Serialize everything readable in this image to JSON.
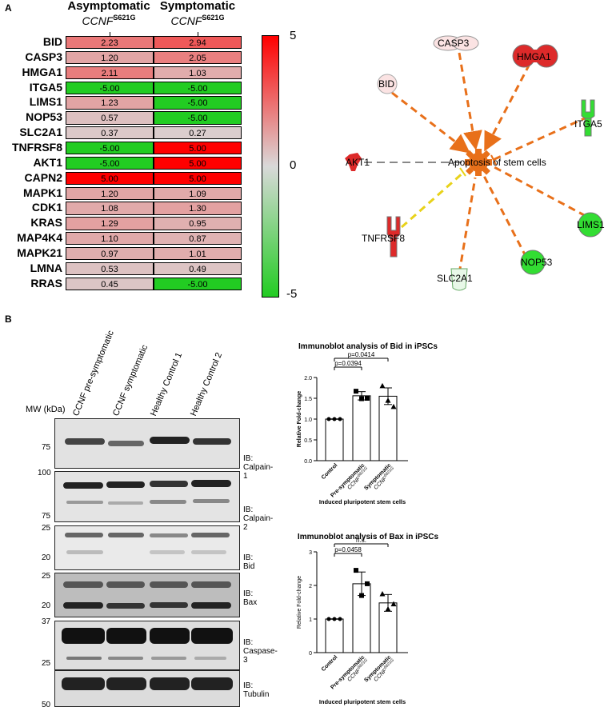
{
  "panel_a_label": "A",
  "panel_b_label": "B",
  "heatmap": {
    "col1_title": "Asymptomatic",
    "col1_sub": "CCNF",
    "col1_sup": "S621G",
    "col2_title": "Symptomatic",
    "col2_sub": "CCNF",
    "col2_sup": "S621G",
    "scale_ticks": [
      "5",
      "0",
      "-5"
    ],
    "colors": {
      "high": "#ff0000",
      "mid": "#d9d9d9",
      "low": "#22cc22"
    },
    "rows": [
      {
        "gene": "BID",
        "a": "2.23",
        "s": "2.94"
      },
      {
        "gene": "CASP3",
        "a": "1.20",
        "s": "2.05"
      },
      {
        "gene": "HMGA1",
        "a": "2.11",
        "s": "1.03"
      },
      {
        "gene": "ITGA5",
        "a": "-5.00",
        "s": "-5.00"
      },
      {
        "gene": "LIMS1",
        "a": "1.23",
        "s": "-5.00"
      },
      {
        "gene": "NOP53",
        "a": "0.57",
        "s": "-5.00"
      },
      {
        "gene": "SLC2A1",
        "a": "0.37",
        "s": "0.27"
      },
      {
        "gene": "TNFRSF8",
        "a": "-5.00",
        "s": "5.00"
      },
      {
        "gene": "AKT1",
        "a": "-5.00",
        "s": "5.00"
      },
      {
        "gene": "CAPN2",
        "a": "5.00",
        "s": "5.00"
      },
      {
        "gene": "MAPK1",
        "a": "1.20",
        "s": "1.09"
      },
      {
        "gene": "CDK1",
        "a": "1.08",
        "s": "1.30"
      },
      {
        "gene": "KRAS",
        "a": "1.29",
        "s": "0.95"
      },
      {
        "gene": "MAP4K4",
        "a": "1.10",
        "s": "0.87"
      },
      {
        "gene": "MAPK21",
        "a": "0.97",
        "s": "1.01"
      },
      {
        "gene": "LMNA",
        "a": "0.53",
        "s": "0.49"
      },
      {
        "gene": "RRAS",
        "a": "0.45",
        "s": "-5.00"
      }
    ]
  },
  "network": {
    "center": "Apoptosis of stem cells",
    "nodes": [
      "CASP3",
      "HMGA1",
      "BID",
      "ITGA5",
      "AKT1",
      "LIMS1",
      "TNFRSF8",
      "NOP53",
      "SLC2A1"
    ]
  },
  "blot": {
    "lanes": [
      "CCNF pre-symptomatic",
      "CCNF symptomatic",
      "Healthy Control 1",
      "Healthy Control 2"
    ],
    "mw_header": "MW (kDa)",
    "panels": [
      {
        "ib": "IB: Calpain-1",
        "mw": [
          "75"
        ]
      },
      {
        "ib": "IB: Calpain-2",
        "mw": [
          "100",
          "75"
        ]
      },
      {
        "ib": "IB: Bid",
        "mw": [
          "25",
          "20"
        ]
      },
      {
        "ib": "IB: Bax",
        "mw": [
          "25",
          "20"
        ]
      },
      {
        "ib": "IB: Caspase-3",
        "mw": [
          "37",
          "25"
        ]
      },
      {
        "ib": "IB: Tubulin",
        "mw": [
          "50"
        ]
      }
    ]
  },
  "chart_data": [
    {
      "type": "bar",
      "title": "Immunoblot analysis of Bid in iPSCs",
      "ylabel": "Relative Fold-change",
      "xlabel": "Induced pluripotent stem cells",
      "categories": [
        "Control",
        "Pre-symptomatic CCNF S621G",
        "Symptomatic CCNF S621G"
      ],
      "category_main": [
        "Control",
        "Pre-symptomatic",
        "Symptomatic"
      ],
      "category_sub": [
        "",
        "CCNF",
        "CCNF"
      ],
      "category_sup": [
        "",
        "S621G",
        "S621G"
      ],
      "values": [
        1.0,
        1.56,
        1.55
      ],
      "errors": [
        0.0,
        0.1,
        0.2
      ],
      "points": [
        [
          1.0,
          1.0,
          1.0
        ],
        [
          1.67,
          1.49,
          1.5
        ],
        [
          1.8,
          1.45,
          1.3
        ]
      ],
      "markers": [
        "circle",
        "square",
        "triangle"
      ],
      "ylim": [
        0,
        2.0
      ],
      "yticks": [
        "0.0",
        "0.5",
        "1.0",
        "1.5",
        "2.0"
      ],
      "comparisons": [
        {
          "from": 0,
          "to": 1,
          "label": "p=0.0394"
        },
        {
          "from": 0,
          "to": 2,
          "label": "p=0.0414"
        }
      ]
    },
    {
      "type": "bar",
      "title": "Immunoblot analysis of Bax in iPSCs",
      "ylabel": "Relative Fold-change",
      "xlabel": "Induced pluripotent stem cells",
      "categories": [
        "Control",
        "Pre-symptomatic CCNF S621G",
        "Symptomatic CCNF S621G"
      ],
      "category_main": [
        "Control",
        "Pre-symptomatic",
        "Symptomatic"
      ],
      "category_sub": [
        "",
        "CCNF",
        "CCNF"
      ],
      "category_sup": [
        "",
        "S621G",
        "S621G"
      ],
      "values": [
        1.0,
        2.05,
        1.48
      ],
      "errors": [
        0.0,
        0.35,
        0.25
      ],
      "points": [
        [
          1.0,
          1.0,
          1.0
        ],
        [
          2.45,
          1.7,
          2.05
        ],
        [
          1.75,
          1.3,
          1.45
        ]
      ],
      "markers": [
        "circle",
        "square",
        "triangle"
      ],
      "ylim": [
        0,
        3
      ],
      "yticks": [
        "0",
        "1",
        "2",
        "3"
      ],
      "comparisons": [
        {
          "from": 0,
          "to": 1,
          "label": "p=0.0458"
        },
        {
          "from": 0,
          "to": 2,
          "label": "n.s."
        }
      ]
    }
  ]
}
